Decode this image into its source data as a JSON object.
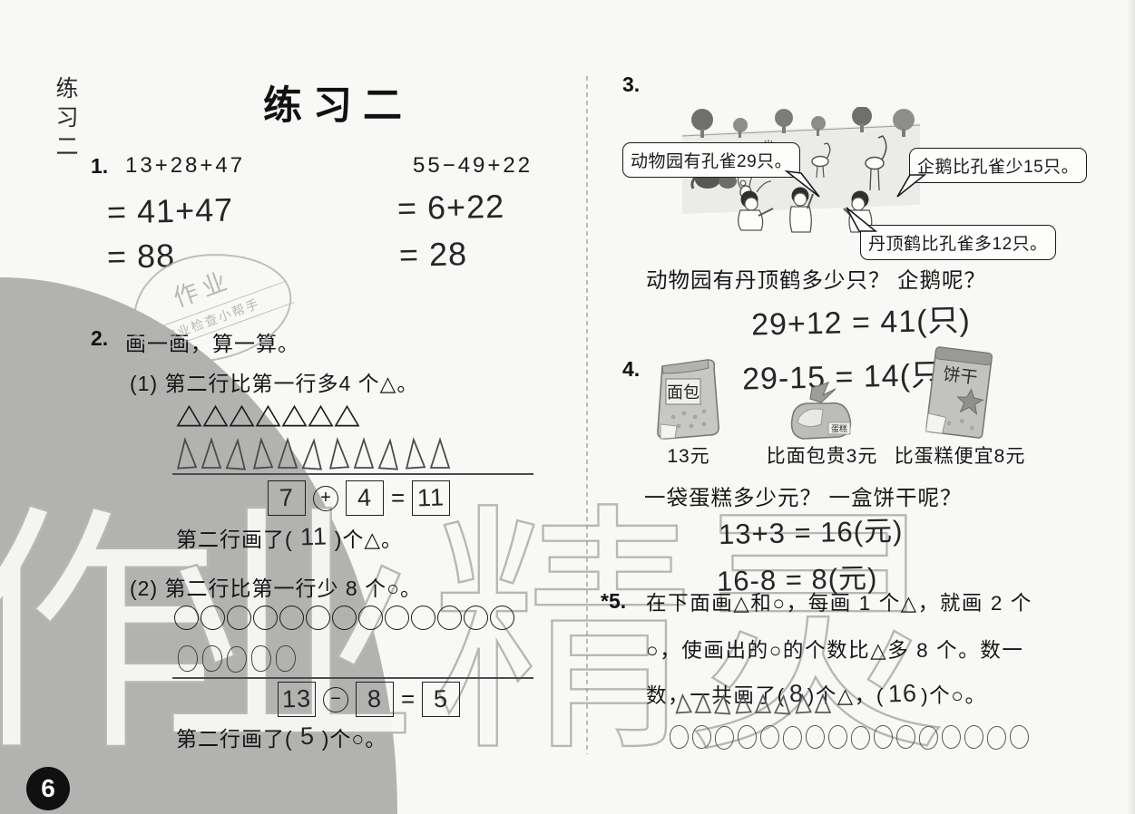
{
  "page": {
    "title": "练习二",
    "margin_label": "练习二",
    "page_number": "6"
  },
  "watermark": {
    "chars": [
      "作",
      "业",
      "精",
      "灵"
    ]
  },
  "stamp": {
    "line1": "作业",
    "line2": "作业检查小帮手"
  },
  "p1": {
    "number": "1.",
    "expr_left": "13+28+47",
    "expr_right": "55−49+22",
    "hw_left1": "= 41+47",
    "hw_left2": "= 88",
    "hw_right1": "= 6+22",
    "hw_right2": "= 28"
  },
  "p2": {
    "number": "2.",
    "heading": "画一画，算一算。",
    "part1": {
      "label": "(1) 第二行比第一行多4 个△。",
      "row1_count": 7,
      "row2_count": 11,
      "eq_a": "7",
      "eq_op": "+",
      "eq_b": "4",
      "eq_sign": "=",
      "eq_result": "11",
      "ans_prefix": "第二行画了(",
      "ans_value": "11",
      "ans_suffix": ")个△。"
    },
    "part2": {
      "label": "(2) 第二行比第一行少 8 个○。",
      "row1_count": 13,
      "row2_count": 5,
      "eq_a": "13",
      "eq_op": "−",
      "eq_b": "8",
      "eq_sign": "=",
      "eq_result": "5",
      "ans_prefix": "第二行画了(",
      "ans_value": "5",
      "ans_suffix": ")个○。"
    }
  },
  "p3": {
    "number": "3.",
    "bubble_left": "动物园有孔雀29只。",
    "bubble_right": "企鹅比孔雀少15只。",
    "bubble_bottom": "丹顶鹤比孔雀多12只。",
    "question": "动物园有丹顶鹤多少只？ 企鹅呢？",
    "hw1": "29+12 = 41(只)",
    "hw2": "29-15 = 14(只)"
  },
  "p4": {
    "number": "4.",
    "items": [
      {
        "name": "面包",
        "label": "13元"
      },
      {
        "name": "蛋糕",
        "label": "比面包贵3元"
      },
      {
        "name": "饼干",
        "label": "比蛋糕便宜8元"
      }
    ],
    "question": "一袋蛋糕多少元？ 一盒饼干呢？",
    "hw1": "13+3 = 16(元)",
    "hw2": "16-8 = 8(元)"
  },
  "p5": {
    "number": "*5.",
    "line1": "在下面画△和○，每画 1 个△，就画 2 个",
    "line2": "○，使画出的○的个数比△多 8 个。数一",
    "line3_pre": "数，一共画了(",
    "ans1": "8",
    "line3_mid": ")个△，(",
    "ans2": "16",
    "line3_suf": ")个○。",
    "tri_count": 8,
    "circle_count": 16
  }
}
